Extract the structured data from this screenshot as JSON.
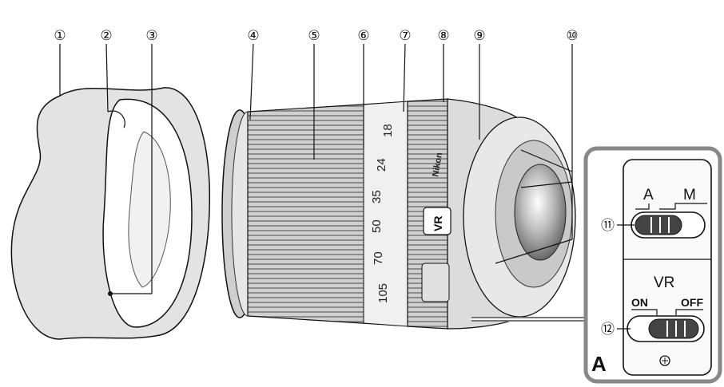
{
  "callouts": [
    "①",
    "②",
    "③",
    "④",
    "⑤",
    "⑥",
    "⑦",
    "⑧",
    "⑨",
    "⑩",
    "⑪",
    "⑫"
  ],
  "zoom_scale": [
    "18",
    "24",
    "35",
    "50",
    "70",
    "105"
  ],
  "lens": {
    "brand": "Nikon",
    "vr_badge": "VR"
  },
  "panel": {
    "letter": "A",
    "focus_switch": {
      "left": "A",
      "right": "M"
    },
    "vr_switch": {
      "title": "VR",
      "on": "ON",
      "off": "OFF"
    }
  },
  "colors": {
    "ink": "#111111",
    "grey": "#d9d9d9",
    "mid": "#b3b3b3",
    "dark": "#7a7a7a"
  }
}
